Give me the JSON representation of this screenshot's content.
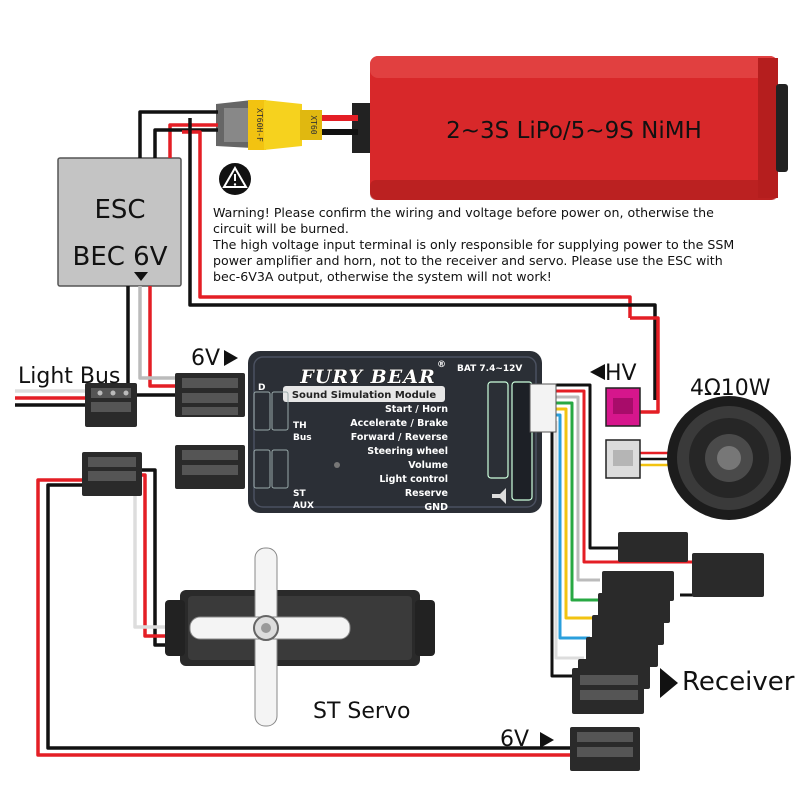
{
  "battery": {
    "label": "2~3S LiPo/5~9S NiMH",
    "color": "#d8282a"
  },
  "connector": {
    "left_text": "XT60H-F",
    "right_text": "XT60"
  },
  "warning": {
    "icon": "warning-triangle-icon",
    "lines": [
      "Warning! Please confirm the wiring and voltage before power on, otherwise the",
      "circuit will be burned.",
      "The high voltage input terminal is only responsible for supplying power to the SSM",
      "power amplifier and horn, not to the receiver and servo. Please use the ESC with",
      "bec-6V3A output, otherwise the system will not work!"
    ]
  },
  "esc": {
    "line1": "ESC",
    "line2": "BEC 6V"
  },
  "labels": {
    "light_bus": "Light Bus",
    "sixv_top": "6V",
    "sixv_bottom": "6V",
    "hv": "HV",
    "speaker": "4Ω10W",
    "receiver": "Receiver",
    "st_servo": "ST Servo"
  },
  "module": {
    "logo": "FURY BEAR",
    "registered": "®",
    "subtitle": "Sound Simulation Module",
    "bat": "BAT 7.4~12V",
    "pins": [
      "Start / Horn",
      "Accelerate / Brake",
      "Forward / Reverse",
      "Steering wheel",
      "Volume",
      "Light control",
      "Reserve",
      "GND"
    ],
    "left_labels": {
      "th": "TH",
      "bus": "Bus",
      "st": "ST",
      "aux": "AUX",
      "d": "D"
    }
  },
  "colors": {
    "red_wire": "#e41e25",
    "black_wire": "#111111",
    "white_wire": "#bbbbbb",
    "module_body": "#2b2f36",
    "hv_plug": "#d6168c"
  }
}
